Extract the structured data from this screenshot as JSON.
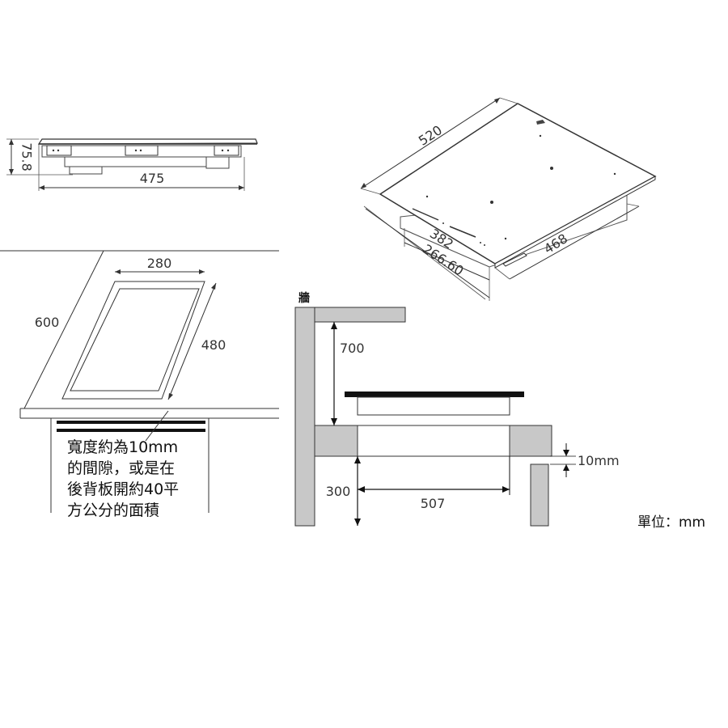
{
  "side_view": {
    "height_label": "75.8",
    "width_label": "475"
  },
  "iso_view": {
    "width_label": "520",
    "depth_label": "468",
    "cutout_depth_label": "382",
    "body_depth_label": "266.60"
  },
  "cutout_view": {
    "cutout_width_label": "280",
    "cutout_depth_label": "480",
    "counter_depth_label": "600",
    "note_lines": [
      "寬度約為10mm",
      "的間隙，或是在",
      "後背板開約40平",
      "方公分的面積"
    ]
  },
  "section_view": {
    "wall_label": "牆",
    "top_clearance_label": "700",
    "bottom_height_label": "300",
    "width_label": "507",
    "gap_label": "10mm"
  },
  "unit_label": "單位：mm"
}
